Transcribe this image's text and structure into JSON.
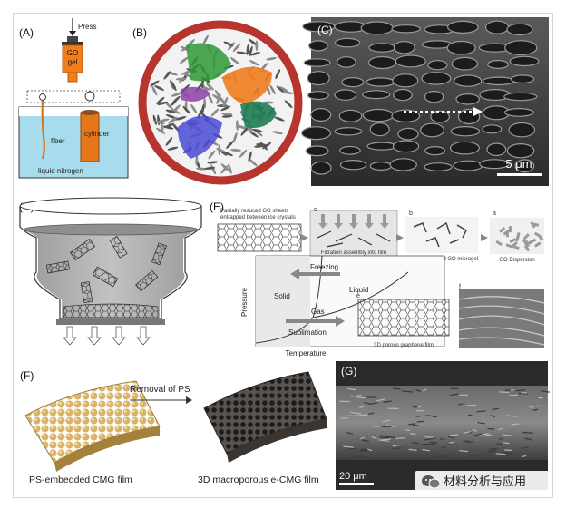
{
  "panels": {
    "a": {
      "label": "(A)",
      "press": "Press",
      "syringe": "GO\ngel",
      "syringe_l1": "GO",
      "syringe_l2": "gel",
      "fiber": "fiber",
      "cylinder": "cylinder",
      "bath": "liquid nitrogen"
    },
    "b": {
      "label": "(B)"
    },
    "c": {
      "label": "(C)",
      "scale": "5 μm"
    },
    "d": {
      "label": "(D)"
    },
    "e": {
      "label": "(E)",
      "top_note_l1": "Partially reduced GO sheets",
      "top_note_l2": "entrapped between ice crystals",
      "step_c": "c",
      "step_b": "b",
      "step_a": "a",
      "step_e": "e",
      "step_f": "f",
      "filtration": "Filtration assembly into film",
      "microgel": "Partially reduced GO microgel",
      "dispersion": "GO Dispersion",
      "freezing": "Freezing",
      "liquid": "Liquid",
      "solid": "Solid",
      "gas": "Gas",
      "sublimation": "Sublimation",
      "pressure": "Pressure",
      "temperature": "Temperature",
      "film": "3D porous graphene film"
    },
    "f": {
      "label": "(F)",
      "arrow": "Removal of PS",
      "left_cap": "PS-embedded CMG film",
      "right_cap": "3D macroporous e-CMG film"
    },
    "g": {
      "label": "(G)",
      "scale": "20 μm"
    }
  },
  "watermark": {
    "text": "材料分析与应用"
  },
  "colors": {
    "orange": "#f07d1e",
    "ice": "#a6dcec",
    "frame": "#b8352f",
    "sem_dark": "#3a3a3a"
  }
}
